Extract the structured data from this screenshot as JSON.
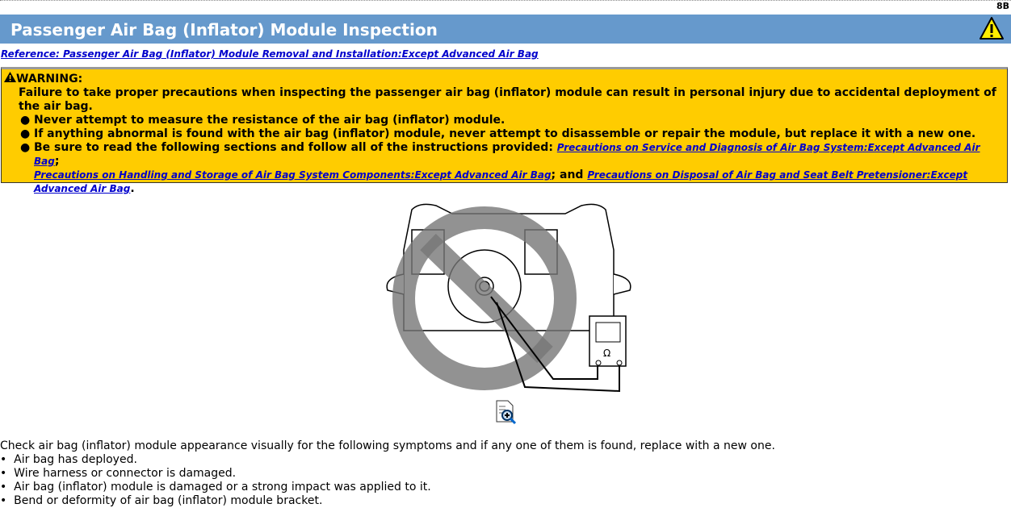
{
  "page_code": "8B",
  "title": "Passenger Air Bag (Inflator) Module Inspection",
  "reference_link": "Reference: Passenger Air Bag (Inflator) Module Removal and Installation:Except Advanced Air Bag",
  "warning": {
    "heading": "WARNING:",
    "intro": "Failure to take proper precautions when inspecting the passenger air bag (inflator) module can result in personal injury due to accidental deployment of the air bag.",
    "items": [
      "Never attempt to measure the resistance of the air bag (inflator) module.",
      "If anything abnormal is found with the air bag (inflator) module, never attempt to disassemble or repair the module, but replace it with a new one.",
      "Be sure to read the following sections and follow all of the instructions provided: "
    ],
    "links": [
      "Precautions on Service and Diagnosis of Air Bag System:Except Advanced Air Bag",
      "Precautions on Handling and Storage of Air Bag System Components:Except Advanced Air Bag",
      "Precautions on Disposal of Air Bag and Seat Belt Pretensioner:Except Advanced Air Bag"
    ],
    "sep1": ";",
    "sep2": "; and ",
    "end": "."
  },
  "figure": {
    "meter_symbol": "Ω"
  },
  "instructions": {
    "intro": "Check air bag (inflator) module appearance visually for the following symptoms and if any one of them is found, replace with a new one.",
    "items": [
      "Air bag has deployed.",
      "Wire harness or connector is damaged.",
      "Air bag (inflator) module is damaged or a strong impact was applied to it.",
      "Bend or deformity of air bag (inflator) module bracket."
    ]
  }
}
